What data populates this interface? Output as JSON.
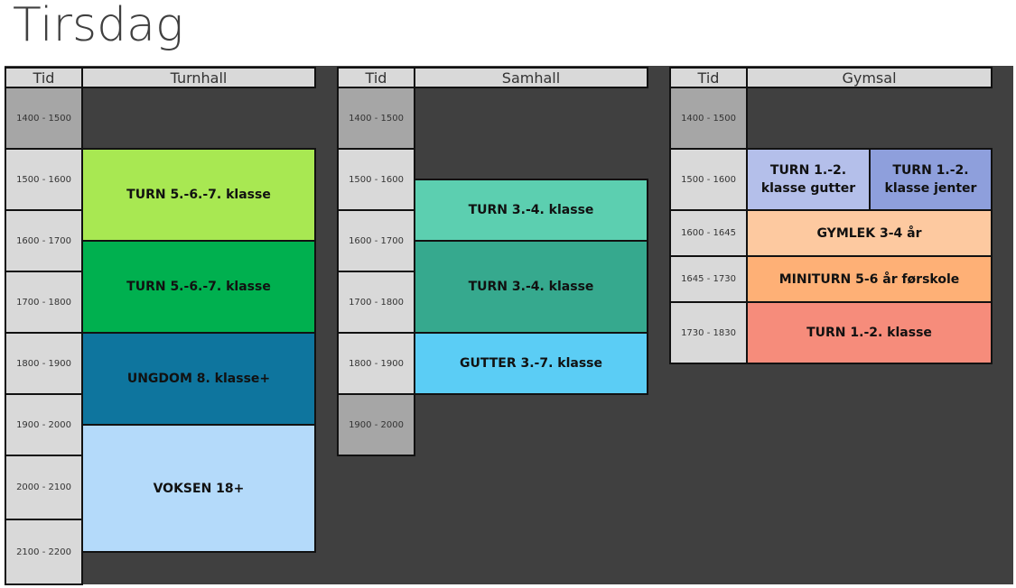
{
  "title": "Tirsdag",
  "tid_label": "Tid",
  "halls": [
    {
      "name": "Turnhall",
      "times": [
        "1400 - 1500",
        "1500 - 1600",
        "1600 - 1700",
        "1700 - 1800",
        "1800 - 1900",
        "1900 - 2000",
        "2000 - 2100",
        "2100 - 2200"
      ],
      "blocks": [
        {
          "label": "TURN 5.-6.-7. klasse",
          "color": "#a8e852"
        },
        {
          "label": "TURN 5.-6.-7. klasse",
          "color": "#00b04f"
        },
        {
          "label": "UNGDOM 8. klasse+",
          "color": "#0e759e"
        },
        {
          "label": "VOKSEN 18+",
          "color": "#b4dafa"
        }
      ]
    },
    {
      "name": "Samhall",
      "times": [
        "1400 - 1500",
        "1500 - 1600",
        "1600 - 1700",
        "1700 - 1800",
        "1800 - 1900",
        "1900 - 2000"
      ],
      "blocks": [
        {
          "label": "TURN 3.-4. klasse",
          "color": "#5ccfb0"
        },
        {
          "label": "TURN 3.-4. klasse",
          "color": "#36a98e"
        },
        {
          "label": "GUTTER 3.-7. klasse",
          "color": "#5bcdf5"
        }
      ]
    },
    {
      "name": "Gymsal",
      "times": [
        "1400 - 1500",
        "1500 - 1600",
        "1600 - 1645",
        "1645 - 1730",
        "1730 - 1830"
      ],
      "blocks": [
        {
          "label": "TURN 1.-2. klasse gutter",
          "color": "#b4bfea"
        },
        {
          "label": "TURN 1.-2. klasse jenter",
          "color": "#8e9fdc"
        },
        {
          "label": "GYMLEK 3-4 år",
          "color": "#fdc9a0"
        },
        {
          "label": "MINITURN 5-6 år førskole",
          "color": "#feb076"
        },
        {
          "label": "TURN 1.-2. klasse",
          "color": "#f68c7b"
        }
      ]
    }
  ]
}
